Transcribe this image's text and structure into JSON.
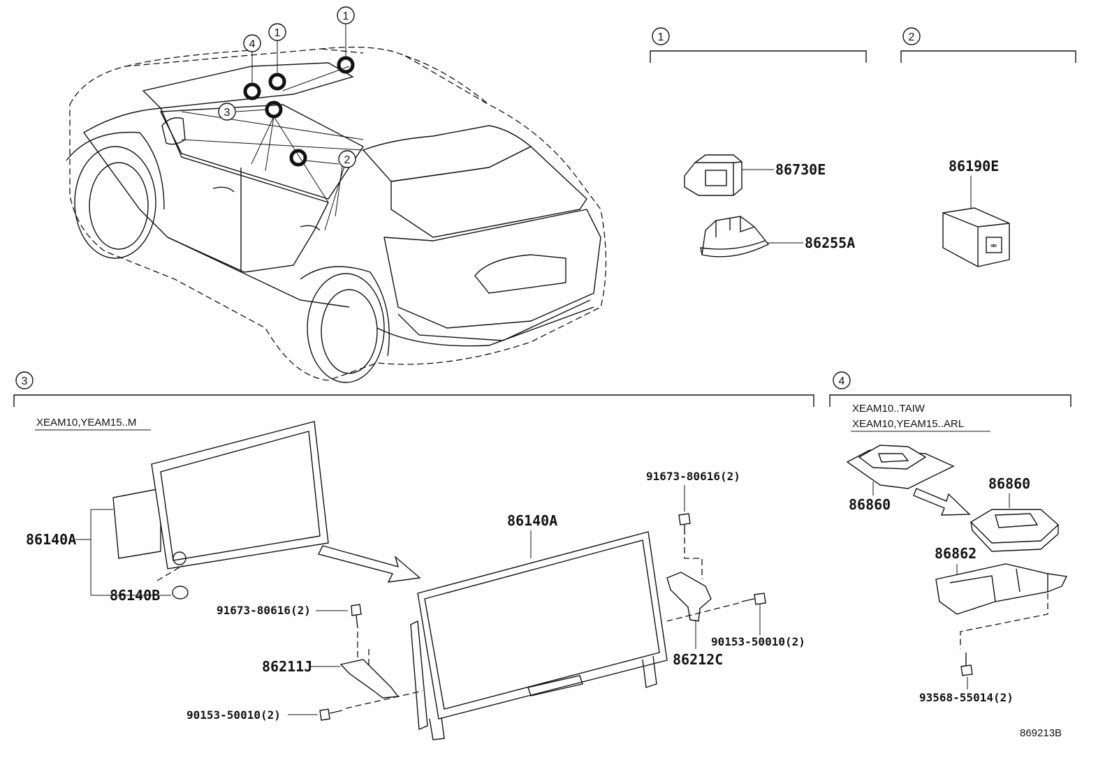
{
  "callouts": {
    "one": "1",
    "two": "2",
    "three": "3",
    "four": "4"
  },
  "section1": {
    "parts": [
      "86730E",
      "86255A"
    ]
  },
  "section2": {
    "parts": [
      "86190E"
    ]
  },
  "section3": {
    "variant": "XEAM10,YEAM15..M",
    "display_main": "86140A",
    "display_cap": "86140B",
    "display_exploded": "86140A",
    "bolt_top_left": "91673-80616(2)",
    "bracket_left": "86211J",
    "screw_bottom_left": "90153-50010(2)",
    "bolt_top_right": "91673-80616(2)",
    "bracket_right": "86212C",
    "screw_right": "90153-50010(2)"
  },
  "section4": {
    "variant_a": "XEAM10..TAIW",
    "variant_b": "XEAM10,YEAM15..ARL",
    "module_a": "86860",
    "module_b": "86860",
    "bracket": "86862",
    "screw": "93568-55014(2)"
  },
  "diagram_code": "869213B"
}
